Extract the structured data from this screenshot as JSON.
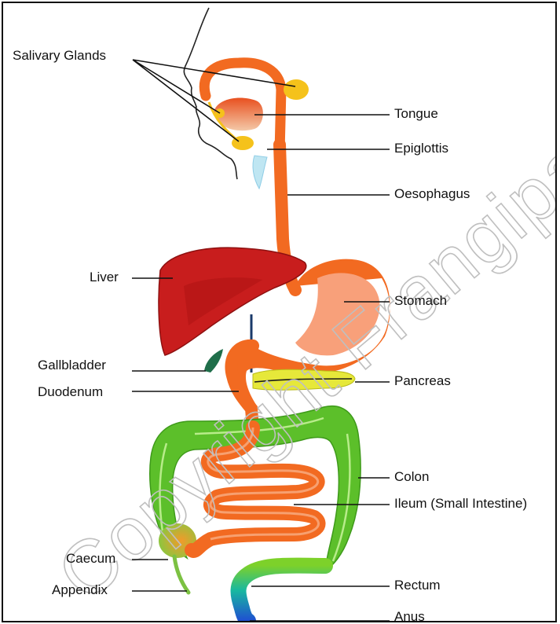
{
  "labels": {
    "salivary_glands": "Salivary Glands",
    "tongue": "Tongue",
    "epiglottis": "Epiglottis",
    "oesophagus": "Oesophagus",
    "liver": "Liver",
    "stomach": "Stomach",
    "gallbladder": "Gallbladder",
    "duodenum": "Duodenum",
    "pancreas": "Pancreas",
    "colon": "Colon",
    "ileum": "Ileum (Small Intestine)",
    "caecum": "Caecum",
    "appendix": "Appendix",
    "rectum": "Rectum",
    "anus": "Anus"
  },
  "watermark": "Copyright Frangipani Media",
  "colors": {
    "tract": "#f26a21",
    "liver": "#c81d1d",
    "colon": "#5cbf2a",
    "pancreas": "#e6e83a",
    "gland": "#f5c21b",
    "gallbladder": "#1f6e4a",
    "rectum_end": "#1f5fd1"
  }
}
